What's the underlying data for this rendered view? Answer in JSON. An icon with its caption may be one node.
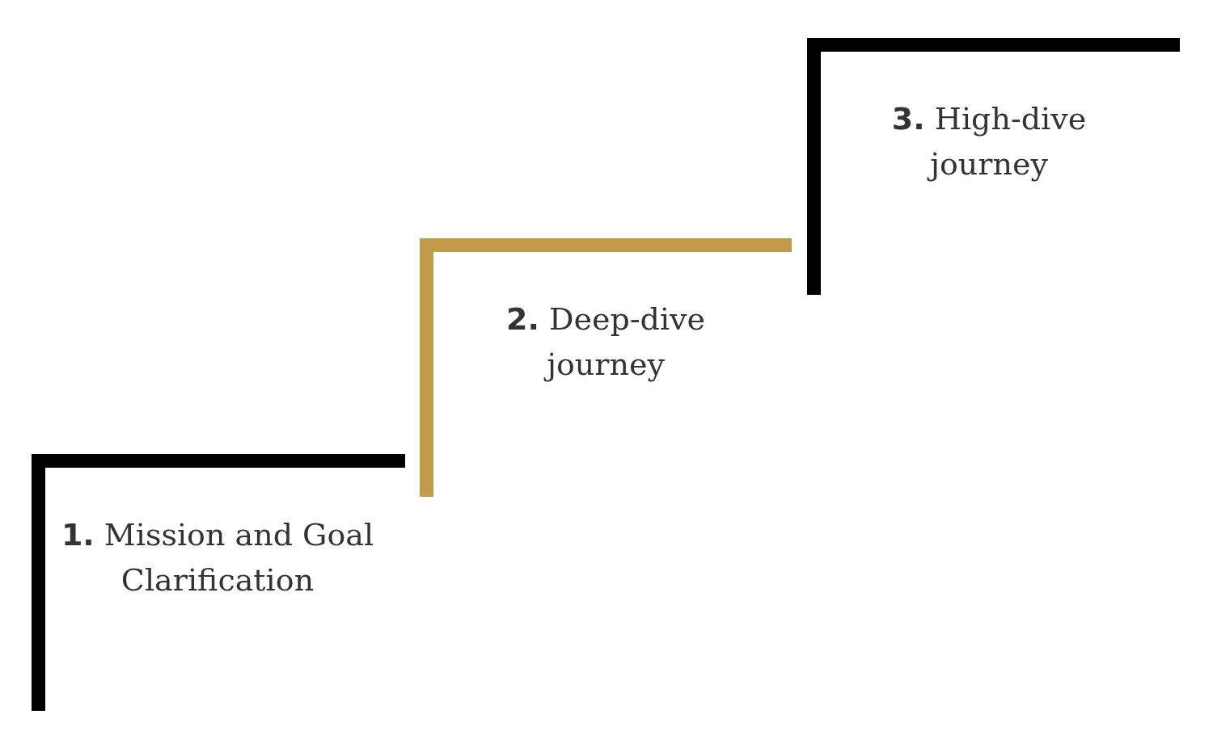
{
  "diagram": {
    "nodes": [
      {
        "text": [
          "**1.** Mission and Goal Clarification"
        ]
      },
      {
        "text": [
          "**2.** Deep-dive journey"
        ]
      },
      {
        "text": [
          "**3.** High-dive journey"
        ]
      }
    ]
  }
}
